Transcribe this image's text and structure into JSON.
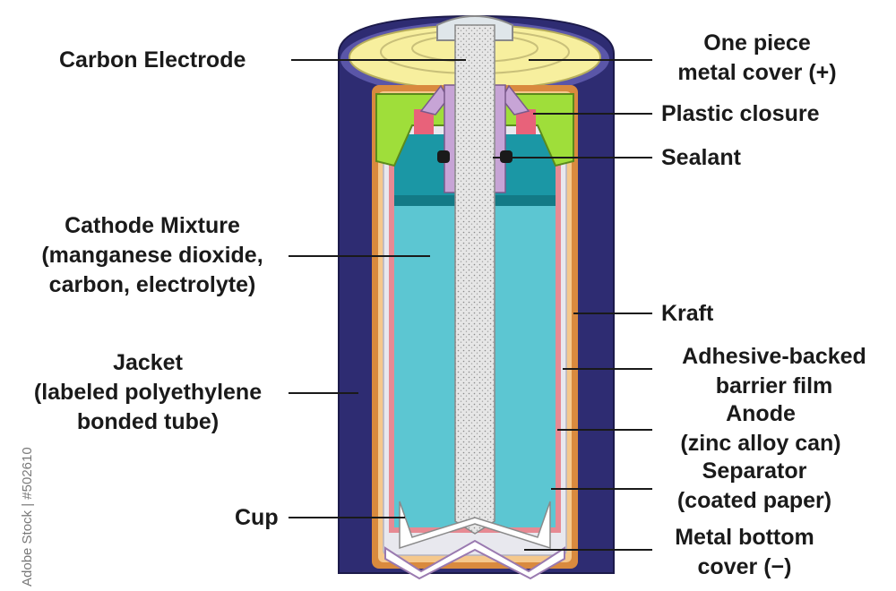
{
  "labels": {
    "carbon_electrode": [
      "Carbon Electrode"
    ],
    "metal_cover": [
      "One piece",
      "metal cover (+)"
    ],
    "plastic_closure": [
      "Plastic closure"
    ],
    "sealant": [
      "Sealant"
    ],
    "cathode_mixture": [
      "Cathode Mixture",
      "(manganese dioxide,",
      "carbon, electrolyte)"
    ],
    "kraft": [
      "Kraft"
    ],
    "barrier_film": [
      "Adhesive-backed",
      "barrier film"
    ],
    "jacket": [
      "Jacket",
      "(labeled polyethylene",
      "bonded tube)"
    ],
    "anode": [
      "Anode",
      "(zinc alloy can)"
    ],
    "separator": [
      "Separator",
      "(coated paper)"
    ],
    "cup": [
      "Cup"
    ],
    "metal_bottom": [
      "Metal bottom",
      "cover (−)"
    ]
  },
  "watermark": "Adobe Stock | #502610",
  "colors": {
    "jacket": "#2e2c72",
    "kraft": "#d98a3e",
    "cathode": "#5cc6d2",
    "cathode_dark": "#1b97a5",
    "carbon_rod": "#d7d7d7",
    "closure": "#9fde3a",
    "cover": "#f7ef9e",
    "separator": "#e78a93",
    "anode": "#e8e8ee",
    "sealant": "#1a1a1a"
  }
}
